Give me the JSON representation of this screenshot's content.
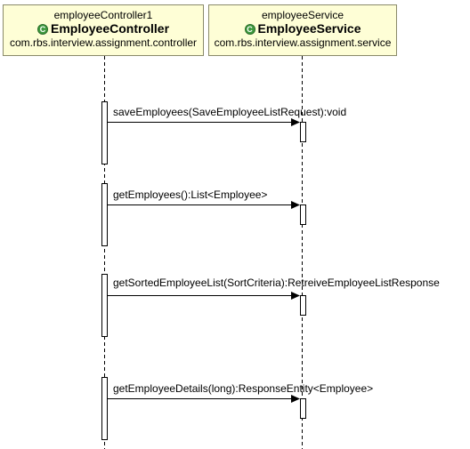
{
  "participants": [
    {
      "instance": "employeeController1",
      "class_name": "EmployeeController",
      "package": "com.rbs.interview.assignment.controller",
      "icon": "class-icon"
    },
    {
      "instance": "employeeService",
      "class_name": "EmployeeService",
      "package": "com.rbs.interview.assignment.service",
      "icon": "class-icon"
    }
  ],
  "messages": [
    {
      "label": "saveEmployees(SaveEmployeeListRequest):void"
    },
    {
      "label": "getEmployees():List<Employee>"
    },
    {
      "label": "getSortedEmployeeList(SortCriteria):RetreiveEmployeeListResponse"
    },
    {
      "label": "getEmployeeDetails(long):ResponseEntity<Employee>"
    }
  ],
  "colors": {
    "participant_fill": "#fefed6",
    "participant_border": "#8a8a6a",
    "class_icon": "#3e9a3e",
    "line": "#000000"
  }
}
